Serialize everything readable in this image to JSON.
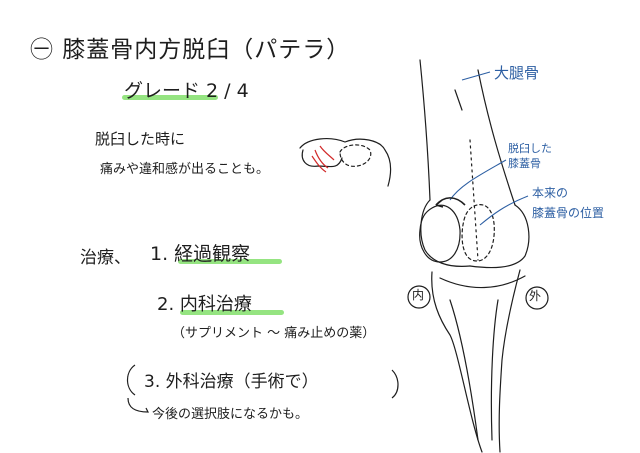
{
  "title": "㊀ 膝蓋骨内方脱臼（パテラ）",
  "grade": "グレード 2 / 4",
  "notes": [
    "脱臼した時に",
    "痛みや違和感が出ることも。"
  ],
  "treatment": {
    "label": "治療、",
    "items": [
      "1. 経過観察",
      "2. 内科治療",
      "（サプリメント 〜 痛み止めの薬）",
      "3. 外科治療（手術で）"
    ],
    "footnote": "今後の選択肢になるかも。"
  },
  "diagram_labels": {
    "femur": "大腿骨",
    "dislocated": [
      "脱臼した",
      "膝蓋骨"
    ],
    "original": [
      "本来の",
      "膝蓋骨の位置"
    ],
    "inner": "内",
    "outer": "外"
  },
  "colors": {
    "highlight": "#8fe37a",
    "ink": "#1e1e1e",
    "annotation": "#2d5fa3",
    "red_mark": "#d12a2a"
  }
}
